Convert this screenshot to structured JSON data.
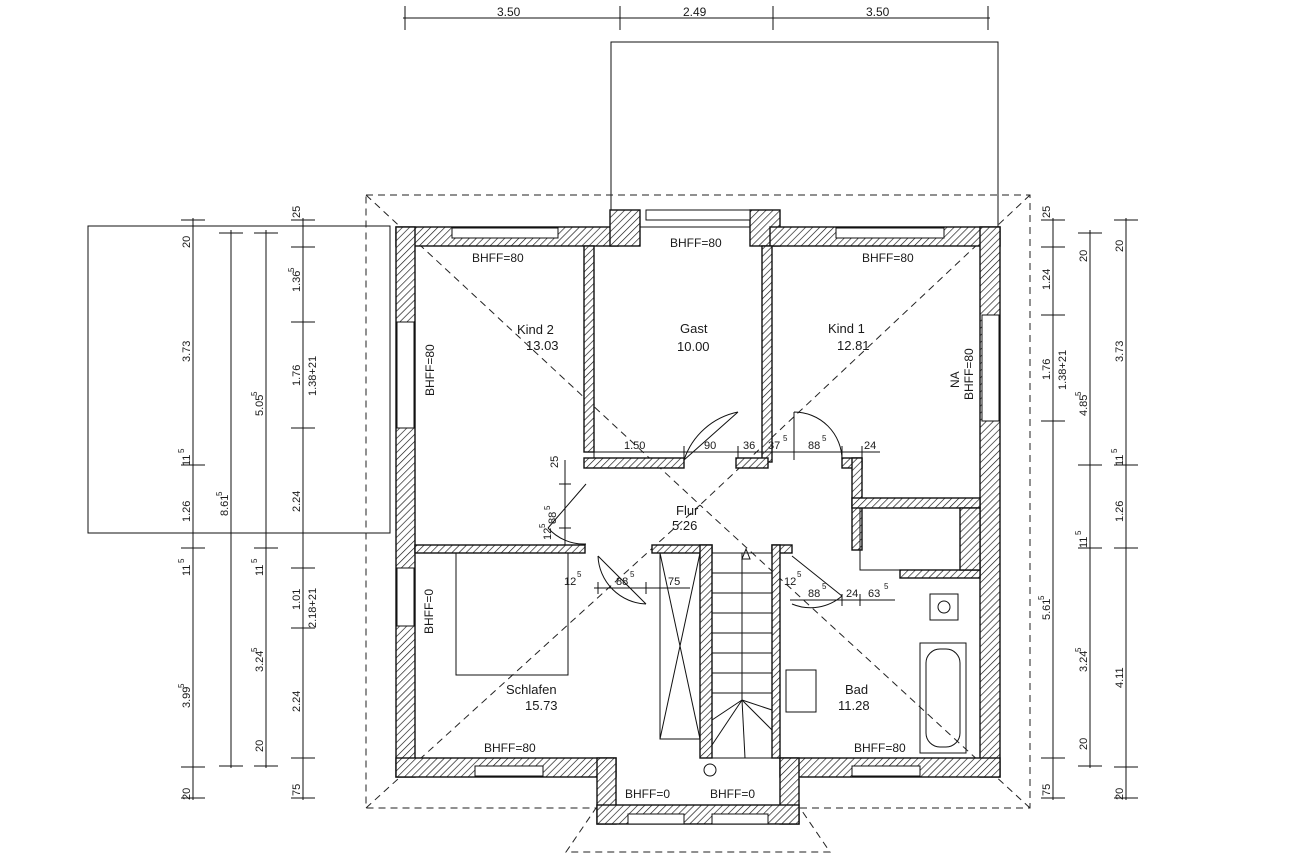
{
  "rooms": {
    "kind2": {
      "name": "Kind  2",
      "area": "13.03"
    },
    "gast": {
      "name": "Gast",
      "area": "10.00"
    },
    "kind1": {
      "name": "Kind  1",
      "area": "12.81"
    },
    "flur": {
      "name": "Flur",
      "area": "5.26"
    },
    "schlafen": {
      "name": "Schlafen",
      "area": "15.73"
    },
    "bad": {
      "name": "Bad",
      "area": "11.28"
    }
  },
  "windows": {
    "kind2_top": "BHFF=80",
    "gast_top": "BHFF=80",
    "kind1_top": "BHFF=80",
    "kind2_left": "BHFF=80",
    "kind1_right": "BHFF=80",
    "kind1_right_note": "NA",
    "schlafen_left": "BHFF=0",
    "schlafen_bottom": "BHFF=80",
    "bad_bottom": "BHFF=80",
    "bay_left": "BHFF=0",
    "bay_right": "BHFF=0"
  },
  "dims_top": {
    "a": "3.50",
    "b": "2.49",
    "c": "3.50"
  },
  "dims_left_outer": {
    "a": "20",
    "b": "3.73",
    "c": "11",
    "c_sup": "5",
    "d": "1.26",
    "e": "11",
    "e_sup": "5",
    "f": "3.99",
    "f_sup": "5",
    "g": "20"
  },
  "dims_left_mid": {
    "a": "8.61",
    "a_sup": "5"
  },
  "dims_left_inner": {
    "a": "5.05",
    "a_sup": "5",
    "b": "11",
    "b_sup": "5",
    "c": "3.24",
    "c_sup": "5",
    "d": "20"
  },
  "dims_left_wall": {
    "a": "25",
    "b": "1.36",
    "b_sup": "5",
    "c": "1.76",
    "c2": "1.38+21",
    "d": "2.24",
    "e": "1.01",
    "e2": "2.18+21",
    "f": "2.24",
    "g": "75"
  },
  "dims_right_wall": {
    "a": "25",
    "b": "1.24",
    "c": "1.76",
    "c2": "1.38+21",
    "d": "5.61",
    "d_sup": "5",
    "e": "75"
  },
  "dims_right_mid": {
    "a": "20",
    "b": "4.85",
    "b_sup": "5",
    "c": "11",
    "c_sup": "5",
    "d": "3.24",
    "d_sup": "5",
    "e": "20"
  },
  "dims_right_outer": {
    "a": "20",
    "b": "3.73",
    "c": "11",
    "c_sup": "5",
    "d": "1.26",
    "e": "4.11",
    "f": "20"
  },
  "dims_inner": {
    "w150": "1.50",
    "w90": "90",
    "w36": "36",
    "w37": "37",
    "w37_sup": "5",
    "w88a": "88",
    "w88a_sup": "5",
    "w24a": "24",
    "v25": "25",
    "v12": "12",
    "v12_sup": "5",
    "v88": "88",
    "v88_sup": "5",
    "s12": "12",
    "s12_sup": "5",
    "s88": "88",
    "s88_sup": "5",
    "s75": "75",
    "b12": "12",
    "b12_sup": "5",
    "b88": "88",
    "b88_sup": "5",
    "b24": "24",
    "b63": "63",
    "b63_sup": "5"
  }
}
